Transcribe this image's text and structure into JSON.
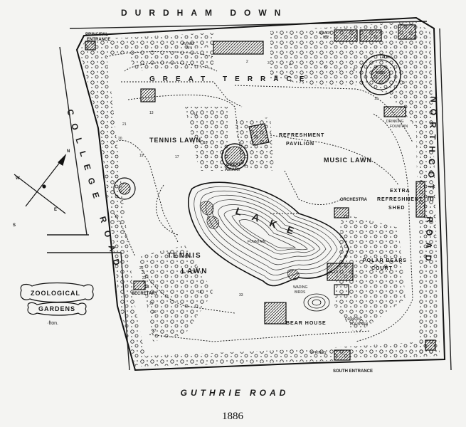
{
  "roads": {
    "north": "DURDHAM DOWN",
    "south": "GUTHRIE ROAD",
    "west": "COLLEGE ROAD",
    "east": "NORTHCOTE ROAD"
  },
  "areas": {
    "great_terrace": "GREAT TERRACE",
    "tennis_lawn_upper": "TENNIS LAWN",
    "tennis_lawn_lower_1": "TENNIS",
    "tennis_lawn_lower_2": "LAWN",
    "music_lawn": "MUSIC LAWN",
    "lake": "LAKE",
    "refreshment_pavilion_1": "REFRESHMENT",
    "refreshment_pavilion_2": "PAVILION",
    "great_aviary_1": "GREAT",
    "great_aviary_2": "AVIARY",
    "extra_shed_1": "EXTRA",
    "extra_shed_2": "REFRESHMENT",
    "extra_shed_3": "SHED",
    "polar_1": "POLAR BEARS",
    "polar_2": "COURT",
    "orchestra": "ORCHESTRA",
    "bear_house": "BEAR HOUSE",
    "secretary": "SECRETARY",
    "principal_1": "PRINCIPAL",
    "principal_2": "ENTRANCE",
    "south_entrance": "SOUTH ENTRANCE",
    "aviary_1": "AVIARY",
    "aviary_1b": "Nº1",
    "aviary_2": "AVIARY",
    "aviary_2b": "Nº2",
    "drinking_1a": "DRINKING",
    "drinking_1b": "FOUNTAIN",
    "drinking_2a": "DRINKING",
    "drinking_2b": "FOUNTAIN",
    "fountain": "FOUNTAIN",
    "bear": "BEAR",
    "ladies": "LADIES",
    "elephant": "ELE",
    "wading": "WADING",
    "birds": "BIRDS",
    "springs": "SPRINGS"
  },
  "cartouche": {
    "line1": "ZOOLOGICAL",
    "line2": "GARDENS",
    "signature": "·fton."
  },
  "compass": {
    "n": "N",
    "s": "S",
    "e": "E",
    "w": "W"
  },
  "numbers": [
    "13",
    "14",
    "16",
    "17",
    "19",
    "20",
    "21",
    "22",
    "23",
    "24",
    "25",
    "26",
    "27",
    "18",
    "33",
    "2",
    "3",
    "4",
    "6",
    "7",
    "8",
    "9",
    "10"
  ],
  "year": "1886"
}
